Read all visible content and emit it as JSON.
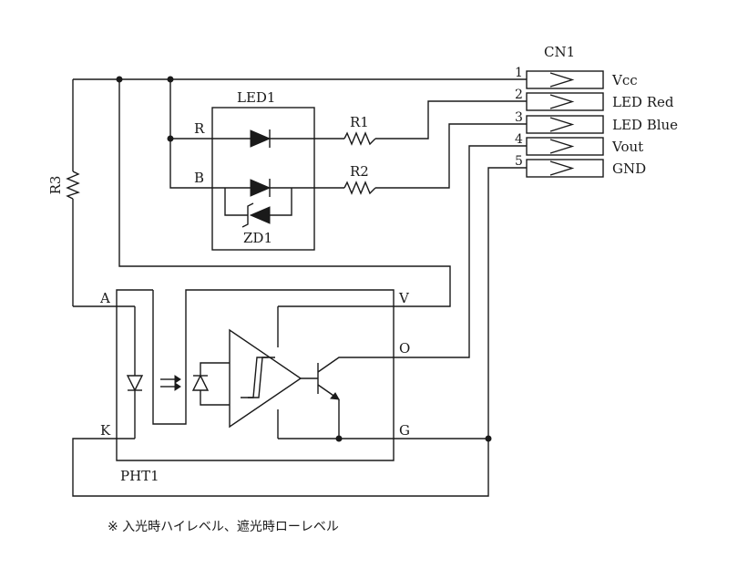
{
  "connector": {
    "name": "CN1",
    "pins": [
      {
        "num": "1",
        "label": "Vcc"
      },
      {
        "num": "2",
        "label": "LED Red"
      },
      {
        "num": "3",
        "label": "LED Blue"
      },
      {
        "num": "4",
        "label": "Vout"
      },
      {
        "num": "5",
        "label": "GND"
      }
    ]
  },
  "led": {
    "name": "LED1",
    "pin_r": "R",
    "pin_b": "B",
    "zener": "ZD1"
  },
  "resistors": {
    "r1": "R1",
    "r2": "R2",
    "r3": "R3"
  },
  "photo": {
    "name": "PHT1",
    "pin_a": "A",
    "pin_k": "K",
    "pin_v": "V",
    "pin_o": "O",
    "pin_g": "G"
  },
  "note": "※ 入光時ハイレベル、遮光時ローレベル"
}
